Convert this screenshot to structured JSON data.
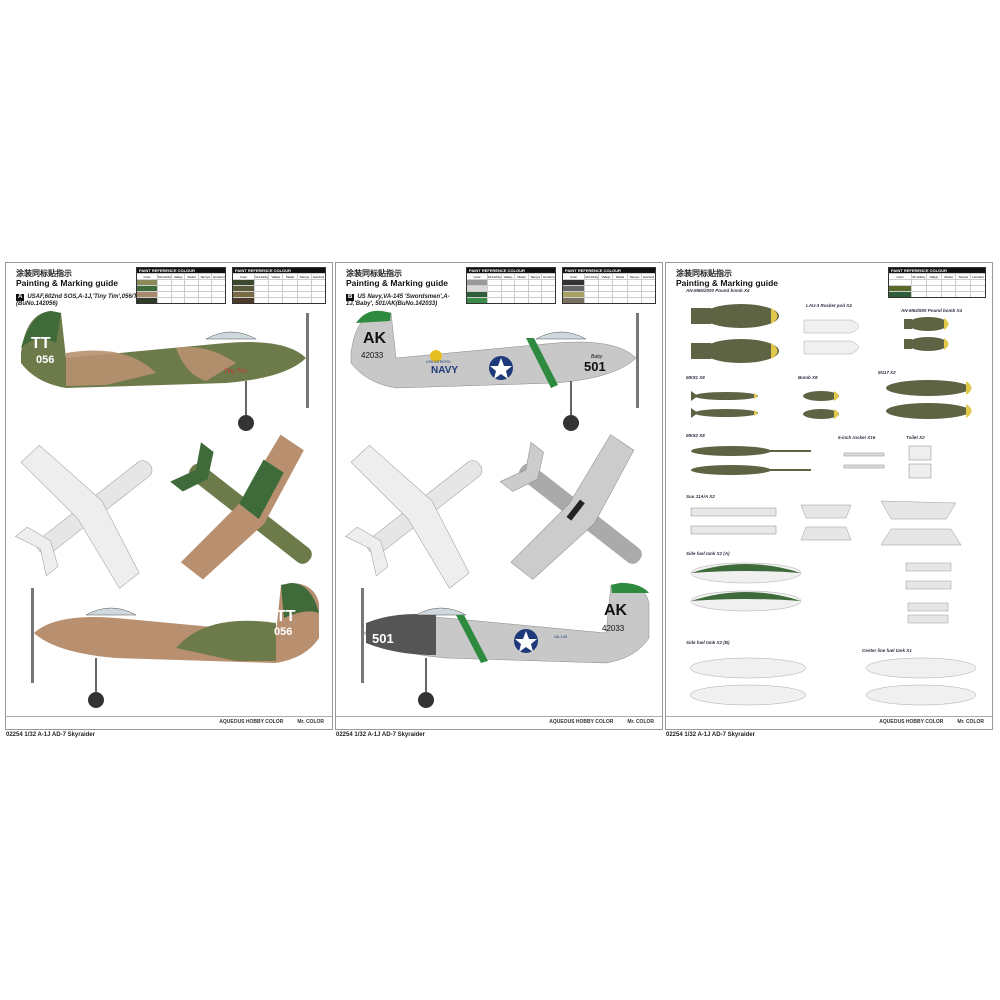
{
  "pages": [
    {
      "heading_cn": "涂装同标贴指示",
      "heading": "Painting & Marking guide",
      "scheme_badge": "A",
      "scheme": "USAF,602nd SOS,A-1J,'Tiny Tim',056/TT (BuNo.142056)",
      "footer": "02254  1/32  A-1J AD-7 Skyraider",
      "markings": {
        "tail": "TT",
        "serial": "056",
        "name": "Tiny Tim"
      },
      "paint_title": "PAINT REFERENCE COLOUR",
      "paint_headers": [
        "Color",
        "Mr.Hobby",
        "Vallejo",
        "Model Master",
        "Tamiya",
        "Humbrol"
      ],
      "colors": [
        "#8a8a5a",
        "#3f6b3a",
        "#a88a6a",
        "#3b4a2e",
        "#5a5a3a",
        "#7a6a44"
      ]
    },
    {
      "heading_cn": "涂装同标贴指示",
      "heading": "Painting & Marking guide",
      "scheme_badge": "B",
      "scheme": "US Navy,VA-145 'Swordsmen',A-1J,'Baby', 501/AK(BuNo.142033)",
      "footer": "02254  1/32  A-1J AD-7 Skyraider",
      "markings": {
        "tail": "AK",
        "serial": "42033",
        "modex": "501",
        "navy": "NAVY",
        "ship": "USS INTREPID",
        "squadron": "VA-145",
        "name": "Baby"
      },
      "paint_title": "PAINT REFERENCE COLOUR",
      "paint_headers": [
        "Color",
        "Mr.Hobby",
        "Vallejo",
        "Model Master",
        "Tamiya",
        "Humbrol"
      ],
      "colors": [
        "#9a9a9a",
        "#e8e8e8",
        "#2f5d3a",
        "#3a8a4a",
        "#333",
        "#666",
        "#a8a060",
        "#7a7060"
      ]
    },
    {
      "heading_cn": "涂装同标贴指示",
      "heading": "Painting & Marking guide",
      "footer": "02254  1/32  A-1J AD-7 Skyraider",
      "paint_title": "PAINT REFERENCE COLOUR",
      "paint_headers": [
        "Color",
        "Mr.Hobby",
        "Vallejo",
        "Model Master",
        "Tamiya",
        "Humbrol"
      ],
      "ordnance": {
        "an_m66": "AN-M66/2000 Pound bomb X4",
        "lau3": "LAU-3 Rocket pod X4",
        "an_m64": "AN-M64/500 Pound bomb X4",
        "mk81": "MK81 X8",
        "bomb": "Bomb X8",
        "m117": "M117 X2",
        "mk82": "MK82 X8",
        "rocket": "5-inch rocket X16",
        "toilet": "Toilet X2",
        "gun": "Suu 11A/A X2",
        "tank_a": "Side fuel tank X2  (A)",
        "tank_b": "Side fuel tank X2  (B)",
        "center_tank": "Center line fuel tank X1"
      }
    }
  ],
  "legend": {
    "aqueous": "AQUEOUS HOBBY COLOR",
    "mr": "Mr. COLOR"
  }
}
